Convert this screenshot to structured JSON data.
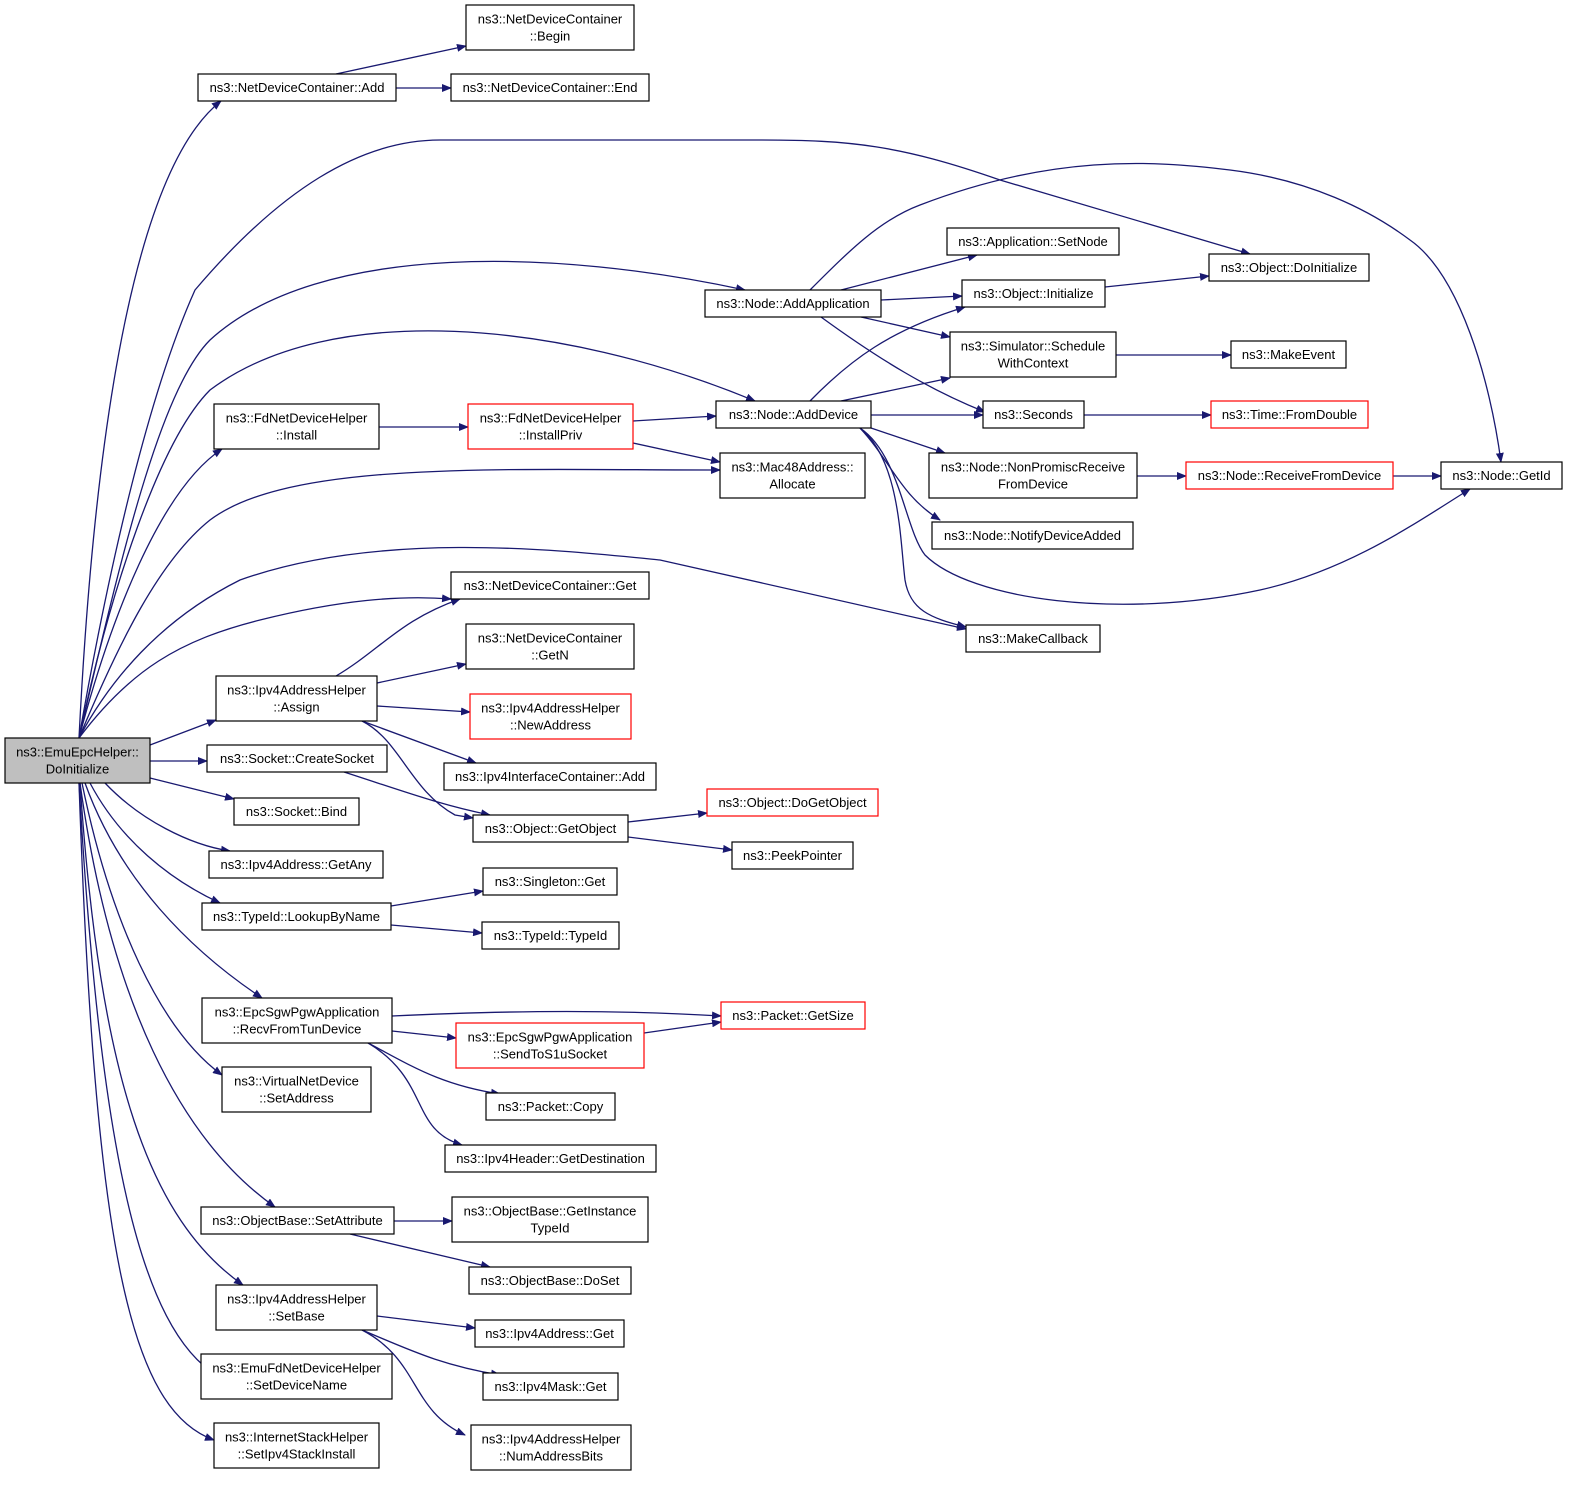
{
  "colors": {
    "edge": "#191970",
    "node_border": "#000000",
    "node_border_truncated": "#ff0000",
    "root_fill": "#bfbfbf",
    "node_fill": "#ffffff"
  },
  "nodes": [
    {
      "id": "root",
      "lines": [
        "ns3::EmuEpcHelper::",
        "DoInitialize"
      ],
      "root": true
    },
    {
      "id": "ndc_add",
      "lines": [
        "ns3::NetDeviceContainer::Add"
      ]
    },
    {
      "id": "ndc_begin",
      "lines": [
        "ns3::NetDeviceContainer",
        "::Begin"
      ]
    },
    {
      "id": "ndc_end",
      "lines": [
        "ns3::NetDeviceContainer::End"
      ]
    },
    {
      "id": "obj_doinit",
      "lines": [
        "ns3::Object::DoInitialize"
      ]
    },
    {
      "id": "app_setnode",
      "lines": [
        "ns3::Application::SetNode"
      ]
    },
    {
      "id": "node_addapp",
      "lines": [
        "ns3::Node::AddApplication"
      ]
    },
    {
      "id": "obj_init",
      "lines": [
        "ns3::Object::Initialize"
      ]
    },
    {
      "id": "sim_sched",
      "lines": [
        "ns3::Simulator::Schedule",
        "WithContext"
      ]
    },
    {
      "id": "make_event",
      "lines": [
        "ns3::MakeEvent"
      ]
    },
    {
      "id": "fd_install",
      "lines": [
        "ns3::FdNetDeviceHelper",
        "::Install"
      ]
    },
    {
      "id": "fd_installpriv",
      "lines": [
        "ns3::FdNetDeviceHelper",
        "::InstallPriv"
      ],
      "truncated": true
    },
    {
      "id": "node_adddev",
      "lines": [
        "ns3::Node::AddDevice"
      ]
    },
    {
      "id": "seconds",
      "lines": [
        "ns3::Seconds"
      ]
    },
    {
      "id": "time_fromdouble",
      "lines": [
        "ns3::Time::FromDouble"
      ],
      "truncated": true
    },
    {
      "id": "mac48",
      "lines": [
        "ns3::Mac48Address::",
        "Allocate"
      ]
    },
    {
      "id": "node_nonpromisc",
      "lines": [
        "ns3::Node::NonPromiscReceive",
        "FromDevice"
      ]
    },
    {
      "id": "node_recvfrom",
      "lines": [
        "ns3::Node::ReceiveFromDevice"
      ],
      "truncated": true
    },
    {
      "id": "node_getid",
      "lines": [
        "ns3::Node::GetId"
      ]
    },
    {
      "id": "node_notify",
      "lines": [
        "ns3::Node::NotifyDeviceAdded"
      ]
    },
    {
      "id": "ndc_get",
      "lines": [
        "ns3::NetDeviceContainer::Get"
      ]
    },
    {
      "id": "make_callback",
      "lines": [
        "ns3::MakeCallback"
      ]
    },
    {
      "id": "ndc_getn",
      "lines": [
        "ns3::NetDeviceContainer",
        "::GetN"
      ]
    },
    {
      "id": "ipv4h_assign",
      "lines": [
        "ns3::Ipv4AddressHelper",
        "::Assign"
      ]
    },
    {
      "id": "ipv4h_newaddr",
      "lines": [
        "ns3::Ipv4AddressHelper",
        "::NewAddress"
      ],
      "truncated": true
    },
    {
      "id": "sock_create",
      "lines": [
        "ns3::Socket::CreateSocket"
      ]
    },
    {
      "id": "ipv4ic_add",
      "lines": [
        "ns3::Ipv4InterfaceContainer::Add"
      ]
    },
    {
      "id": "obj_dogetobj",
      "lines": [
        "ns3::Object::DoGetObject"
      ],
      "truncated": true
    },
    {
      "id": "sock_bind",
      "lines": [
        "ns3::Socket::Bind"
      ]
    },
    {
      "id": "obj_getobj",
      "lines": [
        "ns3::Object::GetObject"
      ]
    },
    {
      "id": "peek_ptr",
      "lines": [
        "ns3::PeekPointer"
      ]
    },
    {
      "id": "ipv4_getany",
      "lines": [
        "ns3::Ipv4Address::GetAny"
      ]
    },
    {
      "id": "singleton_get",
      "lines": [
        "ns3::Singleton::Get"
      ]
    },
    {
      "id": "typeid_lookup",
      "lines": [
        "ns3::TypeId::LookupByName"
      ]
    },
    {
      "id": "typeid_typeid",
      "lines": [
        "ns3::TypeId::TypeId"
      ]
    },
    {
      "id": "epc_recv",
      "lines": [
        "ns3::EpcSgwPgwApplication",
        "::RecvFromTunDevice"
      ]
    },
    {
      "id": "packet_getsize",
      "lines": [
        "ns3::Packet::GetSize"
      ],
      "truncated": true
    },
    {
      "id": "epc_sendtos1u",
      "lines": [
        "ns3::EpcSgwPgwApplication",
        "::SendToS1uSocket"
      ],
      "truncated": true
    },
    {
      "id": "vnd_setaddr",
      "lines": [
        "ns3::VirtualNetDevice",
        "::SetAddress"
      ]
    },
    {
      "id": "packet_copy",
      "lines": [
        "ns3::Packet::Copy"
      ]
    },
    {
      "id": "ipv4hdr_getdest",
      "lines": [
        "ns3::Ipv4Header::GetDestination"
      ]
    },
    {
      "id": "objbase_getinst",
      "lines": [
        "ns3::ObjectBase::GetInstance",
        "TypeId"
      ]
    },
    {
      "id": "objbase_setattr",
      "lines": [
        "ns3::ObjectBase::SetAttribute"
      ]
    },
    {
      "id": "objbase_doset",
      "lines": [
        "ns3::ObjectBase::DoSet"
      ]
    },
    {
      "id": "ipv4h_setbase",
      "lines": [
        "ns3::Ipv4AddressHelper",
        "::SetBase"
      ]
    },
    {
      "id": "ipv4_get",
      "lines": [
        "ns3::Ipv4Address::Get"
      ]
    },
    {
      "id": "ipv4mask_get",
      "lines": [
        "ns3::Ipv4Mask::Get"
      ]
    },
    {
      "id": "emufd_setdevname",
      "lines": [
        "ns3::EmuFdNetDeviceHelper",
        "::SetDeviceName"
      ]
    },
    {
      "id": "ipv4h_numbits",
      "lines": [
        "ns3::Ipv4AddressHelper",
        "::NumAddressBits"
      ]
    },
    {
      "id": "inet_setipv4",
      "lines": [
        "ns3::InternetStackHelper",
        "::SetIpv4StackInstall"
      ]
    }
  ],
  "edges": [
    {
      "from": "root",
      "to": "ndc_add"
    },
    {
      "from": "ndc_add",
      "to": "ndc_begin"
    },
    {
      "from": "ndc_add",
      "to": "ndc_end"
    },
    {
      "from": "root",
      "to": "obj_doinit"
    },
    {
      "from": "root",
      "to": "node_addapp"
    },
    {
      "from": "node_addapp",
      "to": "app_setnode"
    },
    {
      "from": "node_addapp",
      "to": "obj_init"
    },
    {
      "from": "node_addapp",
      "to": "sim_sched"
    },
    {
      "from": "node_addapp",
      "to": "seconds"
    },
    {
      "from": "node_addapp",
      "to": "node_getid"
    },
    {
      "from": "obj_init",
      "to": "obj_doinit"
    },
    {
      "from": "sim_sched",
      "to": "make_event"
    },
    {
      "from": "root",
      "to": "fd_install"
    },
    {
      "from": "fd_install",
      "to": "fd_installpriv"
    },
    {
      "from": "fd_installpriv",
      "to": "node_adddev"
    },
    {
      "from": "fd_installpriv",
      "to": "mac48"
    },
    {
      "from": "root",
      "to": "node_adddev"
    },
    {
      "from": "node_adddev",
      "to": "obj_init"
    },
    {
      "from": "node_adddev",
      "to": "sim_sched"
    },
    {
      "from": "node_adddev",
      "to": "seconds"
    },
    {
      "from": "node_adddev",
      "to": "node_nonpromisc"
    },
    {
      "from": "node_adddev",
      "to": "node_notify"
    },
    {
      "from": "node_adddev",
      "to": "make_callback"
    },
    {
      "from": "node_adddev",
      "to": "node_getid"
    },
    {
      "from": "seconds",
      "to": "time_fromdouble"
    },
    {
      "from": "root",
      "to": "mac48"
    },
    {
      "from": "node_nonpromisc",
      "to": "node_recvfrom"
    },
    {
      "from": "node_recvfrom",
      "to": "node_getid"
    },
    {
      "from": "root",
      "to": "make_callback"
    },
    {
      "from": "root",
      "to": "ndc_get"
    },
    {
      "from": "root",
      "to": "ipv4h_assign"
    },
    {
      "from": "ipv4h_assign",
      "to": "ndc_get"
    },
    {
      "from": "ipv4h_assign",
      "to": "ndc_getn"
    },
    {
      "from": "ipv4h_assign",
      "to": "ipv4h_newaddr"
    },
    {
      "from": "ipv4h_assign",
      "to": "ipv4ic_add"
    },
    {
      "from": "ipv4h_assign",
      "to": "obj_getobj"
    },
    {
      "from": "root",
      "to": "sock_create"
    },
    {
      "from": "sock_create",
      "to": "obj_getobj"
    },
    {
      "from": "root",
      "to": "sock_bind"
    },
    {
      "from": "obj_getobj",
      "to": "obj_dogetobj"
    },
    {
      "from": "obj_getobj",
      "to": "peek_ptr"
    },
    {
      "from": "root",
      "to": "ipv4_getany"
    },
    {
      "from": "root",
      "to": "typeid_lookup"
    },
    {
      "from": "typeid_lookup",
      "to": "singleton_get"
    },
    {
      "from": "typeid_lookup",
      "to": "typeid_typeid"
    },
    {
      "from": "root",
      "to": "epc_recv"
    },
    {
      "from": "epc_recv",
      "to": "packet_getsize"
    },
    {
      "from": "epc_recv",
      "to": "epc_sendtos1u"
    },
    {
      "from": "epc_recv",
      "to": "packet_copy"
    },
    {
      "from": "epc_recv",
      "to": "ipv4hdr_getdest"
    },
    {
      "from": "epc_sendtos1u",
      "to": "packet_getsize"
    },
    {
      "from": "root",
      "to": "vnd_setaddr"
    },
    {
      "from": "root",
      "to": "objbase_setattr"
    },
    {
      "from": "objbase_setattr",
      "to": "objbase_getinst"
    },
    {
      "from": "objbase_setattr",
      "to": "objbase_doset"
    },
    {
      "from": "root",
      "to": "ipv4h_setbase"
    },
    {
      "from": "ipv4h_setbase",
      "to": "ipv4_get"
    },
    {
      "from": "ipv4h_setbase",
      "to": "ipv4mask_get"
    },
    {
      "from": "ipv4h_setbase",
      "to": "ipv4h_numbits"
    },
    {
      "from": "root",
      "to": "emufd_setdevname"
    },
    {
      "from": "root",
      "to": "inet_setipv4"
    }
  ]
}
